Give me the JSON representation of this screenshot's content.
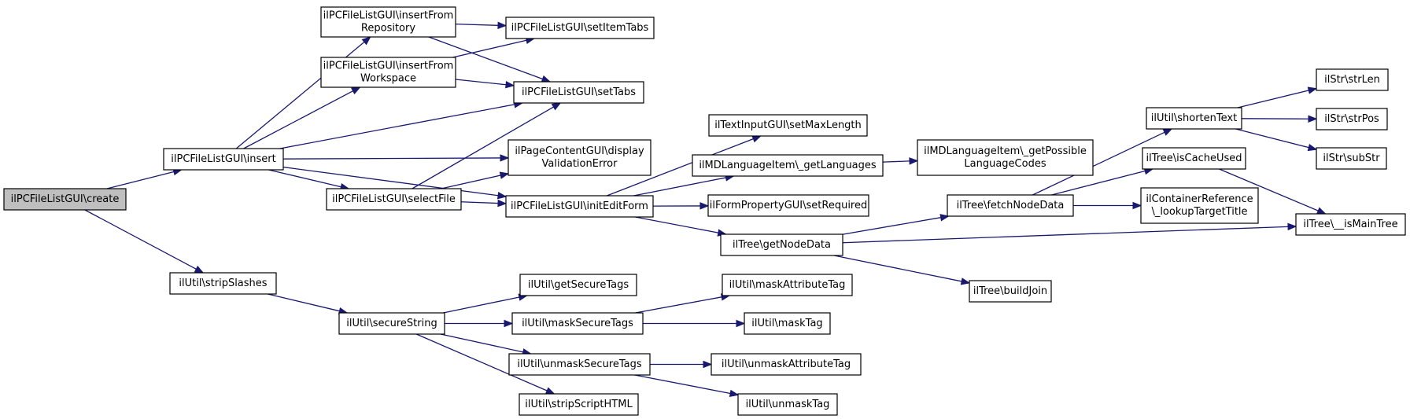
{
  "colors": {
    "edge": "#191970",
    "node_fill": "#ffffff",
    "root_fill": "#bfbfbf",
    "border": "#000000",
    "text": "#000000"
  },
  "root": "create",
  "nodes": [
    {
      "id": "create",
      "lines": [
        "ilPCFileListGUI\\create"
      ]
    },
    {
      "id": "insert",
      "lines": [
        "ilPCFileListGUI\\insert"
      ]
    },
    {
      "id": "stripSlashes",
      "lines": [
        "ilUtil\\stripSlashes"
      ]
    },
    {
      "id": "insertFromRepository",
      "lines": [
        "ilPCFileListGUI\\insertFrom",
        "Repository"
      ]
    },
    {
      "id": "insertFromWorkspace",
      "lines": [
        "ilPCFileListGUI\\insertFrom",
        "Workspace"
      ]
    },
    {
      "id": "selectFile",
      "lines": [
        "ilPCFileListGUI\\selectFile"
      ]
    },
    {
      "id": "setItemTabs",
      "lines": [
        "ilPCFileListGUI\\setItemTabs"
      ]
    },
    {
      "id": "setTabs",
      "lines": [
        "ilPCFileListGUI\\setTabs"
      ]
    },
    {
      "id": "displayValidationError",
      "lines": [
        "ilPageContentGUI\\display",
        "ValidationError"
      ]
    },
    {
      "id": "initEditForm",
      "lines": [
        "ilPCFileListGUI\\initEditForm"
      ]
    },
    {
      "id": "setMaxLength",
      "lines": [
        "ilTextInputGUI\\setMaxLength"
      ]
    },
    {
      "id": "getLanguages",
      "lines": [
        "ilMDLanguageItem\\_getLanguages"
      ]
    },
    {
      "id": "getPossibleLanguageCodes",
      "lines": [
        "ilMDLanguageItem\\_getPossible",
        "LanguageCodes"
      ]
    },
    {
      "id": "setRequired",
      "lines": [
        "ilFormPropertyGUI\\setRequired"
      ]
    },
    {
      "id": "getNodeData",
      "lines": [
        "ilTree\\getNodeData"
      ]
    },
    {
      "id": "fetchNodeData",
      "lines": [
        "ilTree\\fetchNodeData"
      ]
    },
    {
      "id": "buildJoin",
      "lines": [
        "ilTree\\buildJoin"
      ]
    },
    {
      "id": "shortenText",
      "lines": [
        "ilUtil\\shortenText"
      ]
    },
    {
      "id": "isCacheUsed",
      "lines": [
        "ilTree\\isCacheUsed"
      ]
    },
    {
      "id": "lookupTargetTitle",
      "lines": [
        "ilContainerReference",
        "\\_lookupTargetTitle"
      ]
    },
    {
      "id": "isMainTree",
      "lines": [
        "ilTree\\__isMainTree"
      ]
    },
    {
      "id": "strLen",
      "lines": [
        "ilStr\\strLen"
      ]
    },
    {
      "id": "strPos",
      "lines": [
        "ilStr\\strPos"
      ]
    },
    {
      "id": "subStr",
      "lines": [
        "ilStr\\subStr"
      ]
    },
    {
      "id": "secureString",
      "lines": [
        "ilUtil\\secureString"
      ]
    },
    {
      "id": "getSecureTags",
      "lines": [
        "ilUtil\\getSecureTags"
      ]
    },
    {
      "id": "maskSecureTags",
      "lines": [
        "ilUtil\\maskSecureTags"
      ]
    },
    {
      "id": "unmaskSecureTags",
      "lines": [
        "ilUtil\\unmaskSecureTags"
      ]
    },
    {
      "id": "stripScriptHTML",
      "lines": [
        "ilUtil\\stripScriptHTML"
      ]
    },
    {
      "id": "maskAttributeTag",
      "lines": [
        "ilUtil\\maskAttributeTag"
      ]
    },
    {
      "id": "maskTag",
      "lines": [
        "ilUtil\\maskTag"
      ]
    },
    {
      "id": "unmaskAttributeTag",
      "lines": [
        "ilUtil\\unmaskAttributeTag"
      ]
    },
    {
      "id": "unmaskTag",
      "lines": [
        "ilUtil\\unmaskTag"
      ]
    }
  ],
  "edges": [
    {
      "from": "create",
      "to": "insert"
    },
    {
      "from": "create",
      "to": "stripSlashes"
    },
    {
      "from": "insert",
      "to": "insertFromRepository"
    },
    {
      "from": "insert",
      "to": "insertFromWorkspace"
    },
    {
      "from": "insert",
      "to": "setTabs"
    },
    {
      "from": "insert",
      "to": "displayValidationError"
    },
    {
      "from": "insert",
      "to": "selectFile"
    },
    {
      "from": "insert",
      "to": "initEditForm"
    },
    {
      "from": "insertFromRepository",
      "to": "setItemTabs"
    },
    {
      "from": "insertFromRepository",
      "to": "setTabs"
    },
    {
      "from": "insertFromWorkspace",
      "to": "setItemTabs"
    },
    {
      "from": "insertFromWorkspace",
      "to": "setTabs"
    },
    {
      "from": "selectFile",
      "to": "setTabs"
    },
    {
      "from": "selectFile",
      "to": "displayValidationError"
    },
    {
      "from": "selectFile",
      "to": "initEditForm"
    },
    {
      "from": "initEditForm",
      "to": "setMaxLength"
    },
    {
      "from": "initEditForm",
      "to": "getLanguages"
    },
    {
      "from": "initEditForm",
      "to": "setRequired"
    },
    {
      "from": "initEditForm",
      "to": "getNodeData"
    },
    {
      "from": "getLanguages",
      "to": "getPossibleLanguageCodes"
    },
    {
      "from": "getNodeData",
      "to": "fetchNodeData"
    },
    {
      "from": "getNodeData",
      "to": "isMainTree"
    },
    {
      "from": "getNodeData",
      "to": "buildJoin"
    },
    {
      "from": "fetchNodeData",
      "to": "shortenText"
    },
    {
      "from": "fetchNodeData",
      "to": "isCacheUsed"
    },
    {
      "from": "fetchNodeData",
      "to": "lookupTargetTitle"
    },
    {
      "from": "shortenText",
      "to": "strLen"
    },
    {
      "from": "shortenText",
      "to": "strPos"
    },
    {
      "from": "shortenText",
      "to": "subStr"
    },
    {
      "from": "isCacheUsed",
      "to": "isMainTree"
    },
    {
      "from": "stripSlashes",
      "to": "secureString"
    },
    {
      "from": "secureString",
      "to": "getSecureTags"
    },
    {
      "from": "secureString",
      "to": "maskSecureTags"
    },
    {
      "from": "secureString",
      "to": "unmaskSecureTags"
    },
    {
      "from": "secureString",
      "to": "stripScriptHTML"
    },
    {
      "from": "maskSecureTags",
      "to": "maskAttributeTag"
    },
    {
      "from": "maskSecureTags",
      "to": "maskTag"
    },
    {
      "from": "unmaskSecureTags",
      "to": "unmaskAttributeTag"
    },
    {
      "from": "unmaskSecureTags",
      "to": "unmaskTag"
    }
  ]
}
